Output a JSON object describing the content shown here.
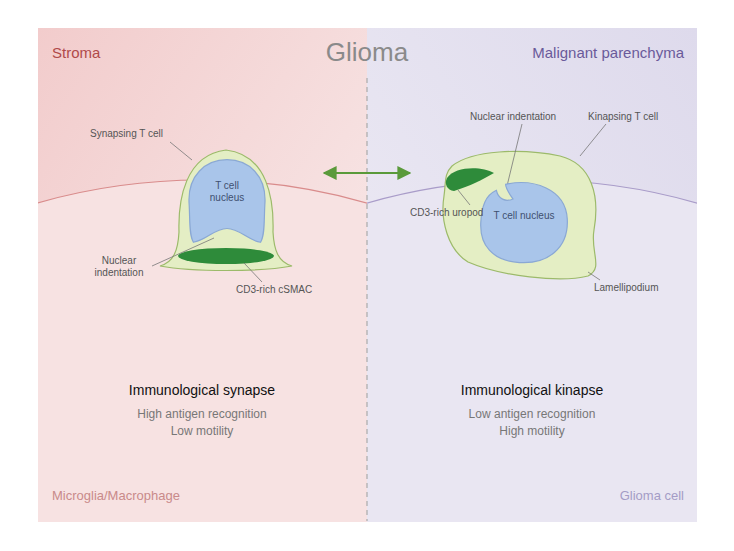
{
  "diagram": {
    "title": "Glioma",
    "nodes": [
      {
        "text": [
          "T cell nucleus"
        ]
      },
      {
        "text": [
          "T cell nucleus"
        ]
      }
    ],
    "labels": [
      "Stroma",
      "Malignant parenchyma",
      "Synapsing T cell",
      "Nuclear indentation",
      "CD3-rich cSMAC",
      "Immunological synapse",
      "High antigen recognition",
      "Low motility",
      "Microglia/Macrophage",
      "Nuclear indentation",
      "Kinapsing T cell",
      "CD3-rich uropod",
      "Lamellipodium",
      "Immunological kinapse",
      "Low antigen recognition",
      "High motility",
      "Glioma cell"
    ]
  }
}
